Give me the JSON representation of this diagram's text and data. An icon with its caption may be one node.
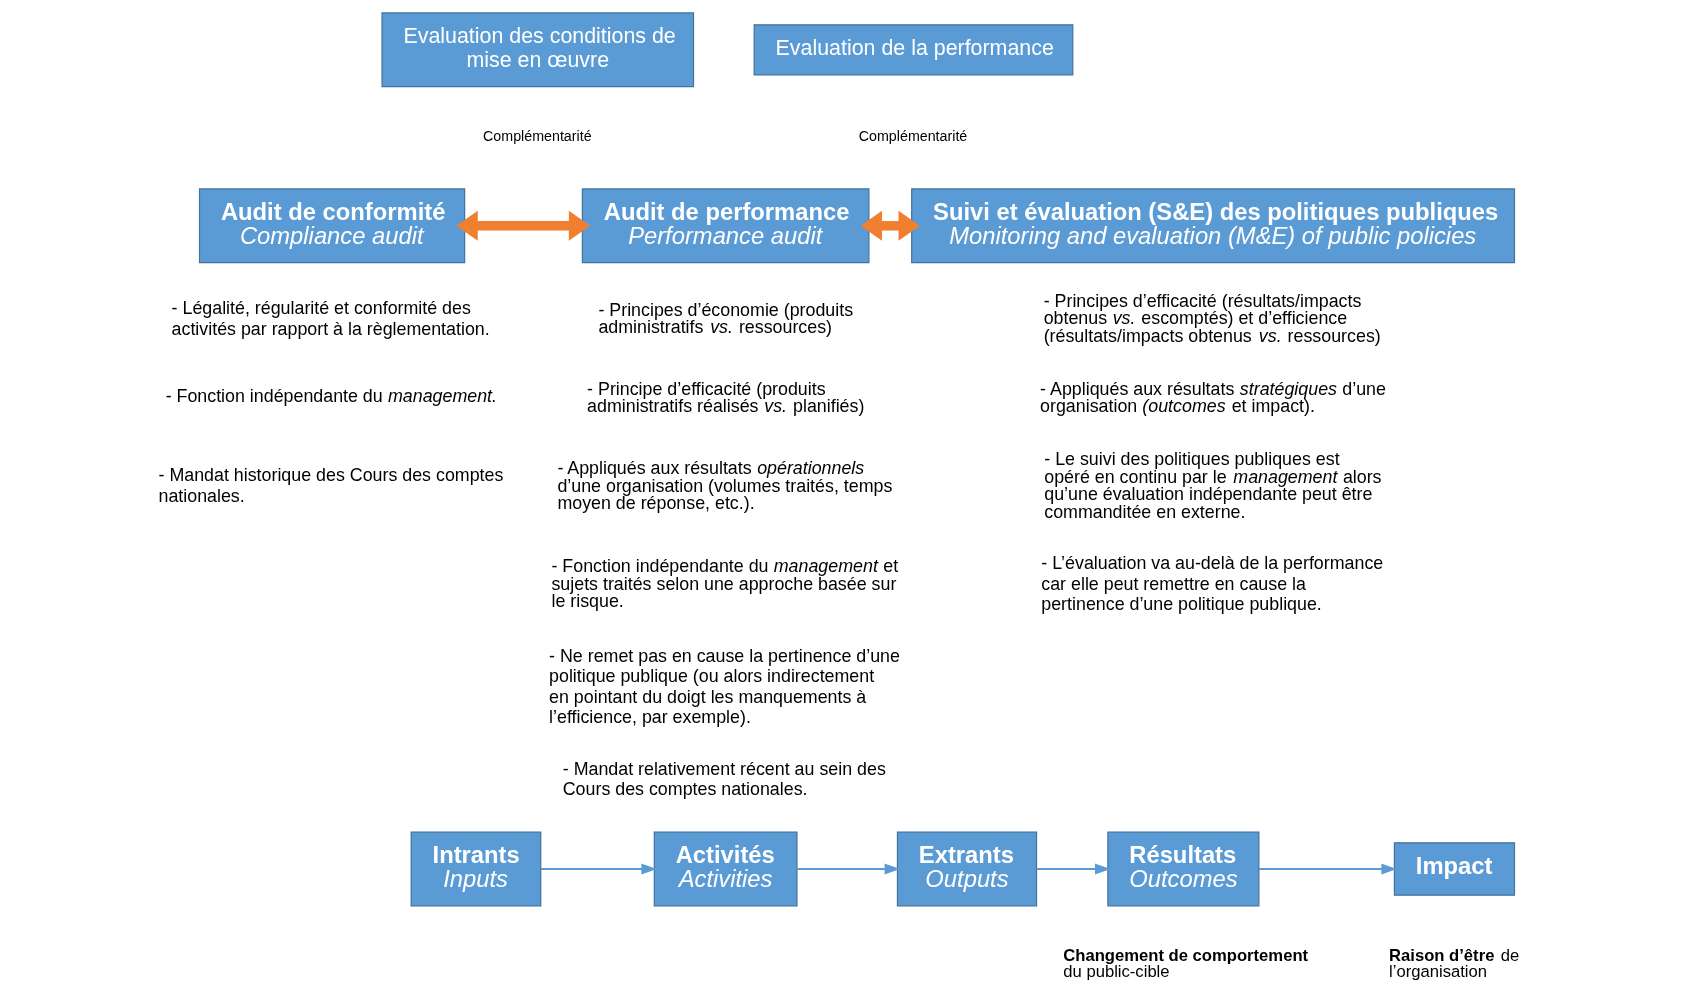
{
  "diagram": {
    "nodes": [
      {
        "text": [
          "Evaluation des conditions de mise en œuvre"
        ]
      },
      {
        "text": [
          "Evaluation de la performance"
        ]
      },
      {
        "text": [
          "Audit de conformité",
          "Compliance audit"
        ]
      },
      {
        "text": [
          "Audit de performance",
          "Performance audit"
        ]
      },
      {
        "text": [
          "Suivi et évaluation (S&E) des politiques publiques",
          "Monitoring and evaluation (M&E) of public policies"
        ]
      },
      {
        "text": [
          "Intrants",
          "Inputs"
        ]
      },
      {
        "text": [
          "Activités",
          "Activities"
        ]
      },
      {
        "text": [
          "Extrants",
          "Outputs"
        ]
      },
      {
        "text": [
          "Résultats",
          "Outcomes"
        ],
        "beside": [
          "**Changement de comportement** du public-cible"
        ]
      },
      {
        "text": [
          "Impact"
        ],
        "beside": [
          "**Raison d’être** de l’organisation"
        ]
      }
    ],
    "edges": [
      {
        "from": 2,
        "to": 3,
        "arrow": "both",
        "style": "thick",
        "color": "#f07f2f"
      },
      {
        "from": 3,
        "to": 4,
        "arrow": "both",
        "style": "thick",
        "color": "#f07f2f"
      },
      {
        "from": 5,
        "to": 6,
        "arrow": "to"
      },
      {
        "from": 6,
        "to": 7,
        "arrow": "to"
      },
      {
        "from": 7,
        "to": 8,
        "arrow": "to"
      },
      {
        "from": 8,
        "to": 9,
        "arrow": "to"
      }
    ],
    "labels": [
      "Complémentarité",
      "Complémentarité",
      "- Légalité, régularité et conformité des activités par rapport à la règlementation.",
      "- Fonction indépendante du *management.*",
      "- Mandat historique des Cours des comptes nationales.",
      "- Principes d’économie (produits administratifs *vs.* ressources)",
      "- Principe d’efficacité (produits administratifs réalisés *vs.* planifiés)",
      "- Appliqués aux résultats *opérationnels* d’une organisation (volumes traités, temps moyen de réponse, etc.).",
      "- Fonction indépendante du *management* et sujets traités selon une approche basée sur le risque.",
      "- Ne remet pas en cause la pertinence d’une politique publique (ou alors indirectement en pointant du doigt les manquements à l’efficience, par exemple).",
      "- Mandat relativement récent au sein des Cours des comptes nationales.",
      "- Principes d’efficacité (résultats/impacts obtenus *vs.* escomptés) et d’efficience (résultats/impacts obtenus *vs.* ressources)",
      "- Appliqués aux résultats *stratégiques* d’une organisation *(outcomes* et impact).",
      "- Le suivi des politiques publiques est opéré en continu par le *management* alors qu’une évaluation indépendante peut être commanditée en externe.",
      "- L’évaluation va au-delà de la performance car elle peut remettre en cause la pertinence d’une politique publique."
    ]
  }
}
